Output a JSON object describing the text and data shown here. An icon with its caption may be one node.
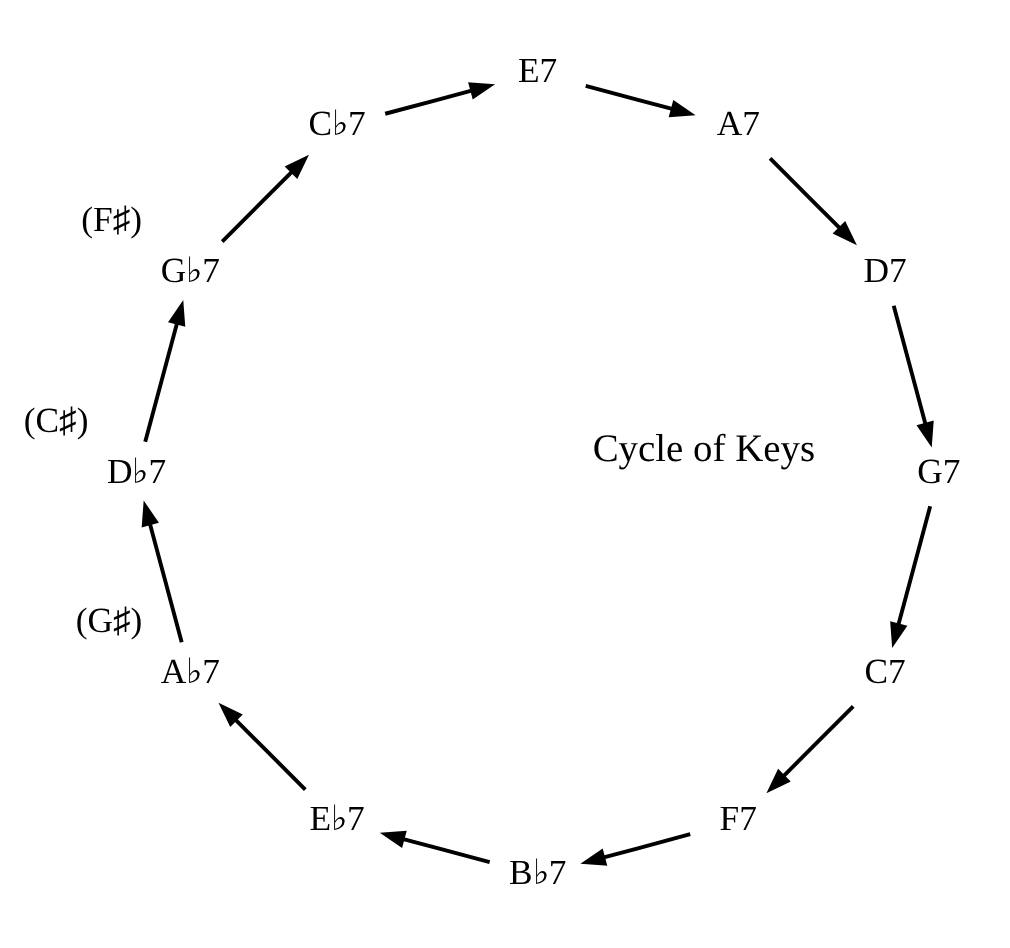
{
  "diagram": {
    "nodes": [
      {
        "text": [
          "C7"
        ]
      },
      {
        "text": [
          "F7"
        ]
      },
      {
        "text": [
          "B♭7"
        ]
      },
      {
        "text": [
          "E♭7"
        ]
      },
      {
        "text": [
          "A♭7"
        ],
        "beside": [
          "(G♯)"
        ]
      },
      {
        "text": [
          "D♭7"
        ],
        "beside": [
          "(C♯)"
        ]
      },
      {
        "text": [
          "G♭7"
        ],
        "beside": [
          "(F♯)"
        ]
      },
      {
        "text": [
          "C♭7"
        ]
      },
      {
        "text": [
          "E7"
        ]
      },
      {
        "text": [
          "A7"
        ]
      },
      {
        "text": [
          "D7"
        ]
      },
      {
        "text": [
          "G7"
        ]
      }
    ],
    "edges": [
      {
        "from": 0,
        "to": 1,
        "arrow": "to"
      },
      {
        "from": 1,
        "to": 2,
        "arrow": "to"
      },
      {
        "from": 2,
        "to": 3,
        "arrow": "to"
      },
      {
        "from": 3,
        "to": 4,
        "arrow": "to"
      },
      {
        "from": 4,
        "to": 5,
        "arrow": "to"
      },
      {
        "from": 5,
        "to": 6,
        "arrow": "to"
      },
      {
        "from": 6,
        "to": 7,
        "arrow": "to"
      },
      {
        "from": 7,
        "to": 8,
        "arrow": "to"
      },
      {
        "from": 8,
        "to": 9,
        "arrow": "to"
      },
      {
        "from": 9,
        "to": 10,
        "arrow": "to"
      },
      {
        "from": 10,
        "to": 11,
        "arrow": "to"
      },
      {
        "from": 11,
        "to": 0,
        "arrow": "to"
      }
    ],
    "labels": [
      "Cycle of Keys"
    ]
  }
}
